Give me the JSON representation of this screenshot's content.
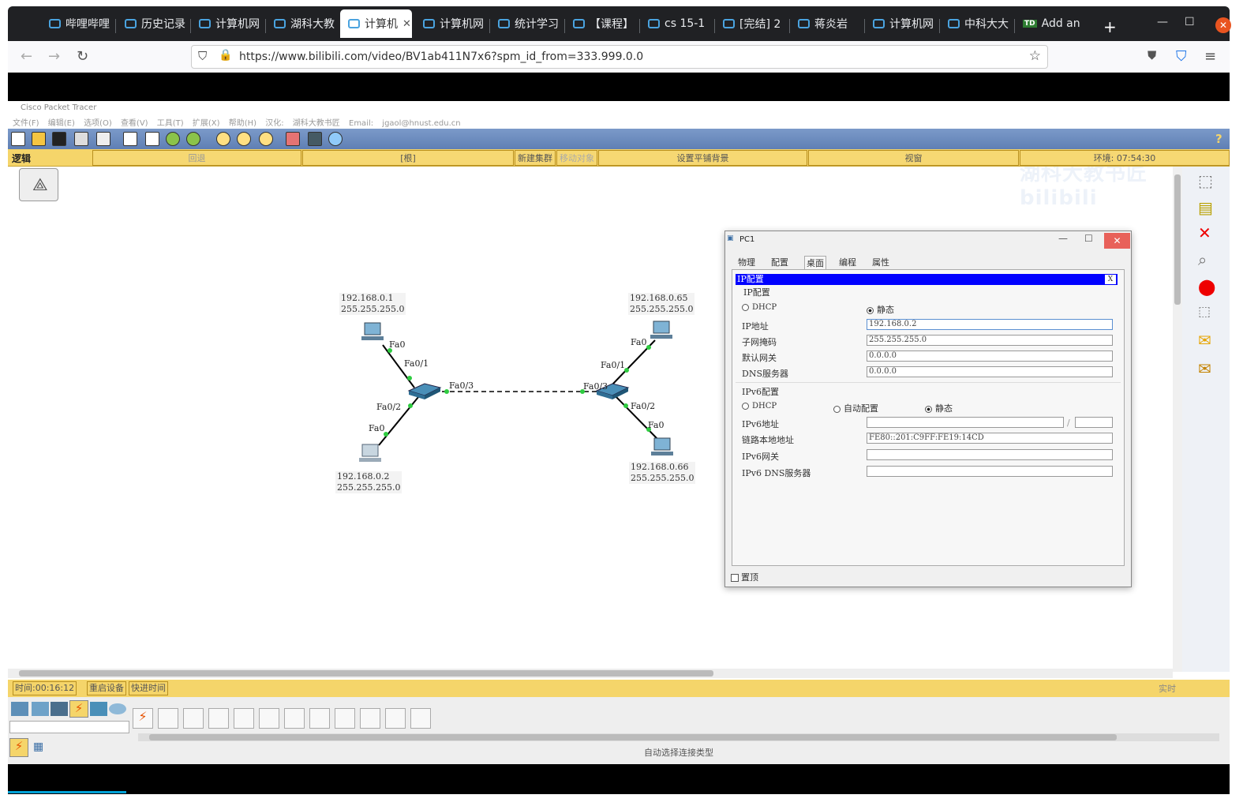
{
  "browser": {
    "tabs": [
      "哔哩哔哩",
      "历史记录",
      "计算机网",
      "湖科大教",
      "计算机",
      "计算机网",
      "统计学习",
      "【课程】",
      "cs 15-1",
      "[完结] 2",
      "蒋炎岩",
      "计算机网",
      "中科大大",
      "Add an"
    ],
    "new_tab": "+",
    "url": "https://www.bilibili.com/video/BV1ab411N7x6?spm_id_from=333.999.0.0"
  },
  "app": {
    "title": "Cisco Packet Tracer",
    "menu": [
      "文件(F)",
      "编辑(E)",
      "选项(O)",
      "查看(V)",
      "工具(T)",
      "扩展(X)",
      "帮助(H)",
      "汉化: 湖科大教书匠",
      "Email: jgaol@hnust.edu.cn"
    ],
    "watermark": "湖科大教书匠 bilibili",
    "logic_tab": "逻辑",
    "logic_bar": {
      "back": "回退",
      "root": "[根]",
      "new_cluster": "新建集群",
      "move_object": "移动对象",
      "set_bg": "设置平铺背景",
      "viewport": "视窗",
      "env": "环境: 07:54:30"
    },
    "status": {
      "time": "时间:00:16:12",
      "restart": "重启设备",
      "fast_forward": "快进时间"
    },
    "auto_connect": "自动选择连接类型",
    "realtime": "实时"
  },
  "topology": {
    "pcs": [
      {
        "ip": "192.168.0.1",
        "mask": "255.255.255.0"
      },
      {
        "ip": "192.168.0.2",
        "mask": "255.255.255.0"
      },
      {
        "ip": "192.168.0.65",
        "mask": "255.255.255.0"
      },
      {
        "ip": "192.168.0.66",
        "mask": "255.255.255.0"
      }
    ],
    "ports": {
      "fa0": "Fa0",
      "fa01": "Fa0/1",
      "fa02": "Fa0/2",
      "fa03": "Fa0/3"
    }
  },
  "dialog": {
    "title": "PC1",
    "tabs": [
      "物理",
      "配置",
      "桌面",
      "编程",
      "属性"
    ],
    "panel_title": "IP配置",
    "close_x": "X",
    "ipv4_section": "IP配置",
    "dhcp": "DHCP",
    "static": "静态",
    "ip_label": "IP地址",
    "ip_value": "192.168.0.2",
    "mask_label": "子网掩码",
    "mask_value": "255.255.255.0",
    "gateway_label": "默认网关",
    "gateway_value": "0.0.0.0",
    "dns_label": "DNS服务器",
    "dns_value": "0.0.0.0",
    "ipv6_section": "IPv6配置",
    "auto_config": "自动配置",
    "ipv6_addr_label": "IPv6地址",
    "link_local_label": "链路本地地址",
    "link_local_value": "FE80::201:C9FF:FE19:14CD",
    "ipv6_gw_label": "IPv6网关",
    "ipv6_dns_label": "IPv6 DNS服务器",
    "always_on_top": "置顶"
  }
}
